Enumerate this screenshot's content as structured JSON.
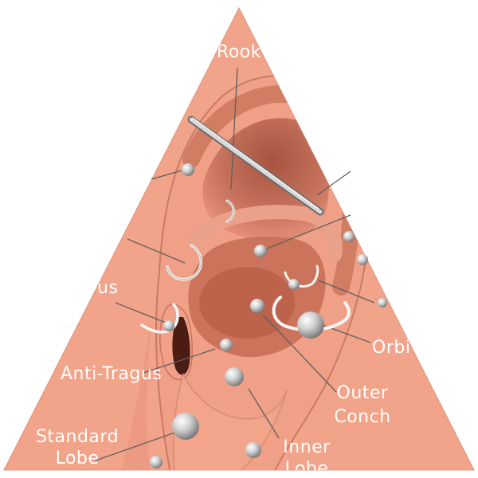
{
  "colors": {
    "background": "#ffffff",
    "skin": "#f2a48a",
    "ear_shadow": "#b35a44",
    "ear_deep": "#7a3325",
    "metal": "#c8c8c8",
    "label_text": "#ffffff",
    "leader_line": "#5f5f5f"
  },
  "labels": {
    "rook": {
      "line1": "Rook",
      "line2": ""
    },
    "tragus": {
      "line1": "us",
      "line2": ""
    },
    "anti_tragus": {
      "line1": "Anti-Tragus",
      "line2": ""
    },
    "standard_lobe": {
      "line1": "Standard",
      "line2": "Lobe"
    },
    "inner_lobe": {
      "line1": "Inner",
      "line2": "Lobe"
    },
    "outer_conch": {
      "line1": "Outer",
      "line2": "Conch"
    },
    "orbital": {
      "line1": "Orbi",
      "line2": ""
    }
  },
  "jewelry_icons": [
    "industrial-bar-icon",
    "captive-ring-icon",
    "ball-stud-icon"
  ]
}
